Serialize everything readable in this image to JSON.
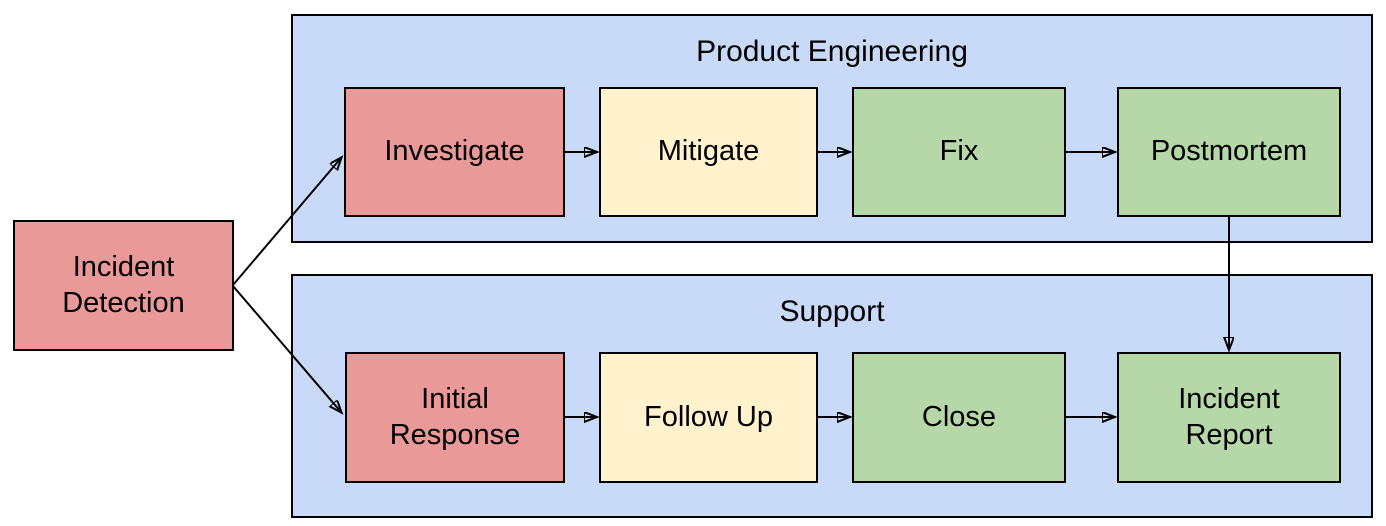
{
  "diagram": {
    "type": "flowchart-swimlanes",
    "colors": {
      "start_red": "#ea9999",
      "step_yellow": "#fff2cc",
      "step_green": "#b6d7a8",
      "lane_blue": "#c9daf8",
      "border": "#000000",
      "background": "#ffffff",
      "text": "#000000"
    },
    "start_node": {
      "label": "Incident\nDetection",
      "color": "#ea9999"
    },
    "lanes": [
      {
        "title": "Product Engineering",
        "color": "#c9daf8",
        "steps": [
          {
            "label": "Investigate",
            "color": "#ea9999"
          },
          {
            "label": "Mitigate",
            "color": "#fff2cc"
          },
          {
            "label": "Fix",
            "color": "#b6d7a8"
          },
          {
            "label": "Postmortem",
            "color": "#b6d7a8"
          }
        ]
      },
      {
        "title": "Support",
        "color": "#c9daf8",
        "steps": [
          {
            "label": "Initial\nResponse",
            "color": "#ea9999"
          },
          {
            "label": "Follow Up",
            "color": "#fff2cc"
          },
          {
            "label": "Close",
            "color": "#b6d7a8"
          },
          {
            "label": "Incident\nReport",
            "color": "#b6d7a8"
          }
        ]
      }
    ],
    "edges": [
      {
        "from": "Incident Detection",
        "to": "Investigate"
      },
      {
        "from": "Incident Detection",
        "to": "Initial Response"
      },
      {
        "from": "Investigate",
        "to": "Mitigate"
      },
      {
        "from": "Mitigate",
        "to": "Fix"
      },
      {
        "from": "Fix",
        "to": "Postmortem"
      },
      {
        "from": "Postmortem",
        "to": "Incident Report"
      },
      {
        "from": "Initial Response",
        "to": "Follow Up"
      },
      {
        "from": "Follow Up",
        "to": "Close"
      },
      {
        "from": "Close",
        "to": "Incident Report"
      }
    ]
  }
}
